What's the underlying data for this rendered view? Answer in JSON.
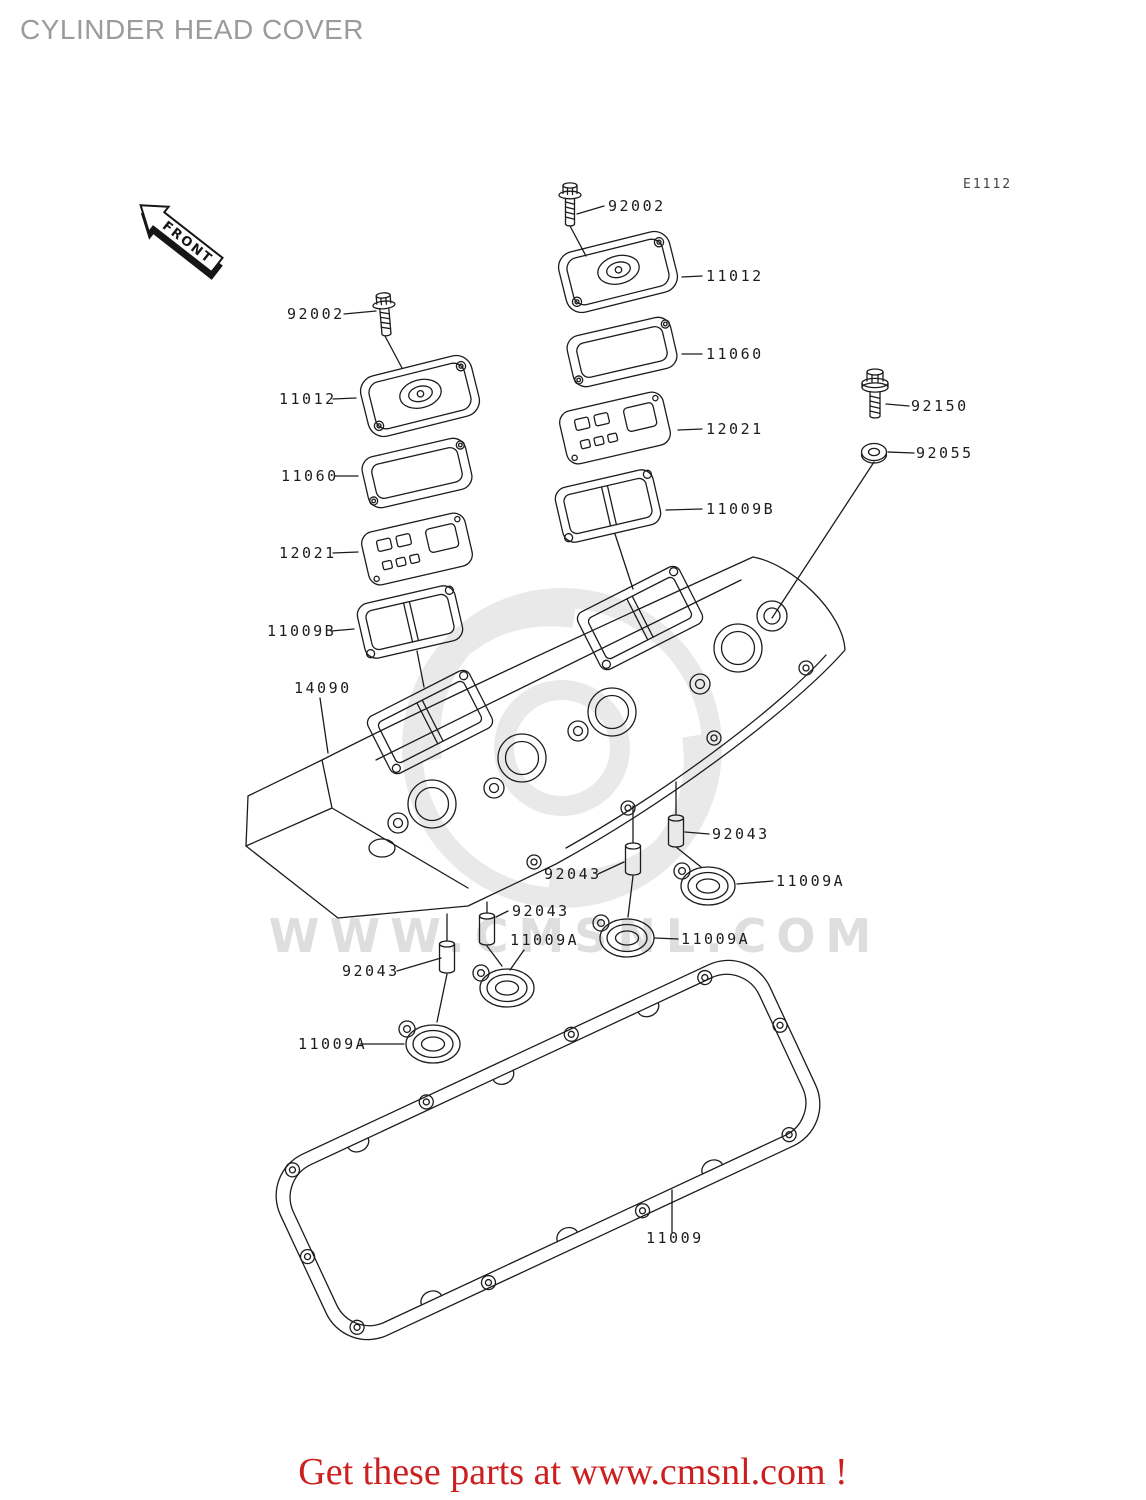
{
  "page": {
    "title": "CYLINDER HEAD COVER",
    "diagram_code": "E1112",
    "front_label": "FRONT",
    "footer_text": "Get these parts at www.cmsnl.com !",
    "watermark_text": "WWW.CMSNL.COM"
  },
  "colors": {
    "title_gray": "#9b9b9b",
    "footer_red": "#cc1f1f",
    "line_black": "#1c1c1c",
    "watermark_gray": "#e3e3e3"
  },
  "labels": [
    {
      "part": "92002",
      "text": "92002"
    },
    {
      "part": "11012",
      "text": "11012"
    },
    {
      "part": "11060",
      "text": "11060"
    },
    {
      "part": "12021",
      "text": "12021"
    },
    {
      "part": "11009B",
      "text": "11009B"
    },
    {
      "part": "92002",
      "text": "92002"
    },
    {
      "part": "11012",
      "text": "11012"
    },
    {
      "part": "11060",
      "text": "11060"
    },
    {
      "part": "12021",
      "text": "12021"
    },
    {
      "part": "11009B",
      "text": "11009B"
    },
    {
      "part": "14090",
      "text": "14090"
    },
    {
      "part": "92150",
      "text": "92150"
    },
    {
      "part": "92055",
      "text": "92055"
    },
    {
      "part": "92043",
      "text": "92043"
    },
    {
      "part": "11009A",
      "text": "11009A"
    },
    {
      "part": "92043",
      "text": "92043"
    },
    {
      "part": "11009A",
      "text": "11009A"
    },
    {
      "part": "92043",
      "text": "92043"
    },
    {
      "part": "11009A",
      "text": "11009A"
    },
    {
      "part": "92043",
      "text": "92043"
    },
    {
      "part": "11009A",
      "text": "11009A"
    },
    {
      "part": "11009",
      "text": "11009"
    }
  ]
}
